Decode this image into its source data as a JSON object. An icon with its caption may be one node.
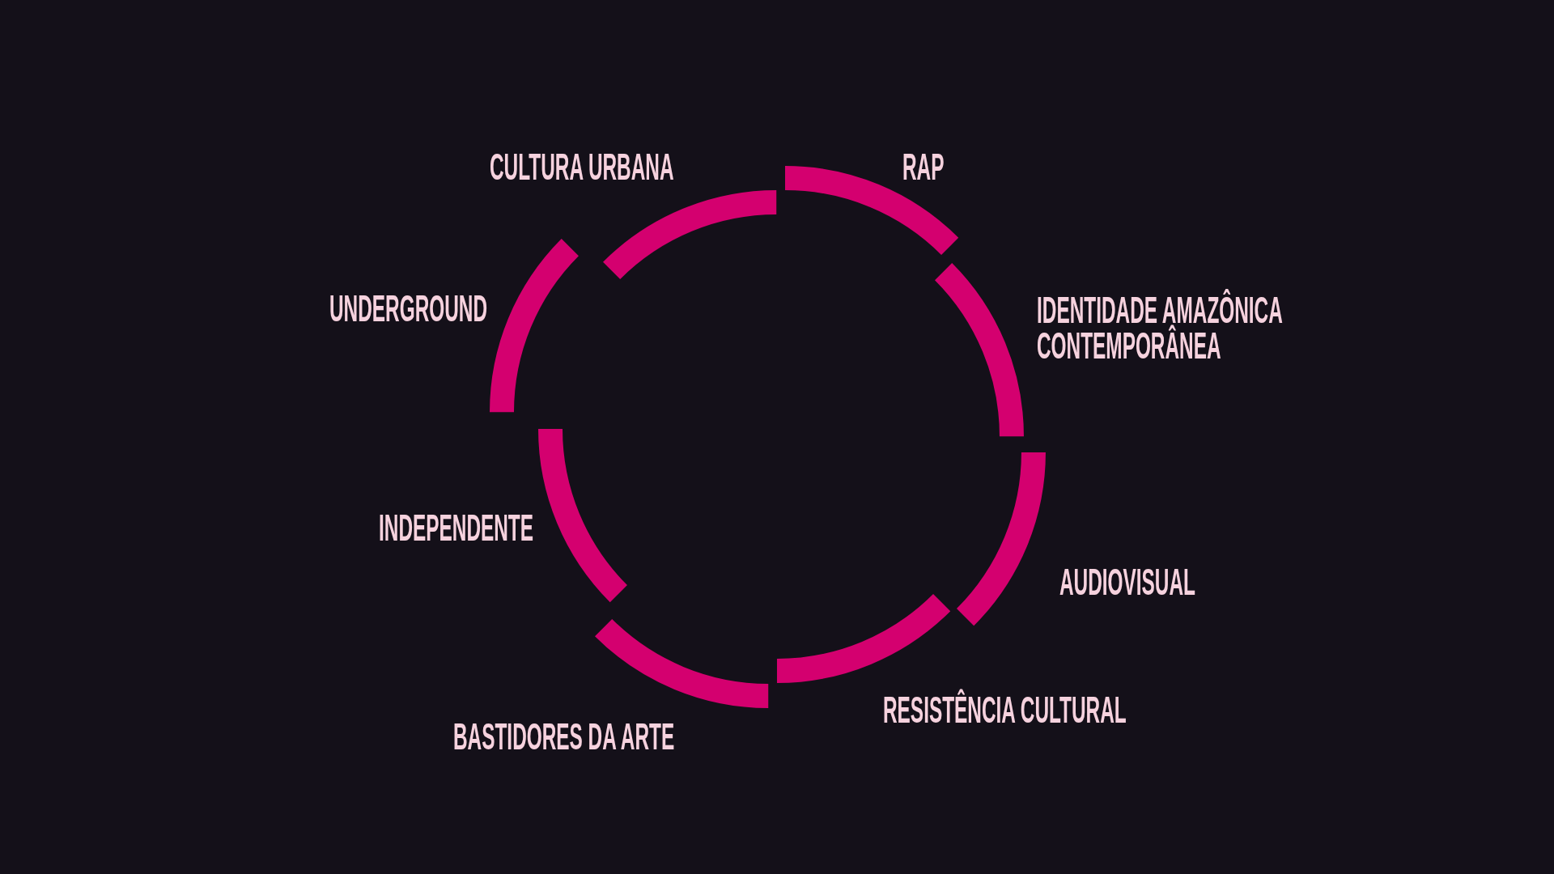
{
  "diagram": {
    "nodes": [
      {
        "text": [
          "CULTURA URBANA"
        ]
      },
      {
        "text": [
          "RAP"
        ]
      },
      {
        "text": [
          "IDENTIDADE AMAZÔNICA CONTEMPORÂNEA"
        ]
      },
      {
        "text": [
          "AUDIOVISUAL"
        ]
      },
      {
        "text": [
          "RESISTÊNCIA CULTURAL"
        ]
      },
      {
        "text": [
          "BASTIDORES DA ARTE"
        ]
      },
      {
        "text": [
          "INDEPENDENTE"
        ]
      },
      {
        "text": [
          "UNDERGROUND"
        ]
      }
    ]
  }
}
